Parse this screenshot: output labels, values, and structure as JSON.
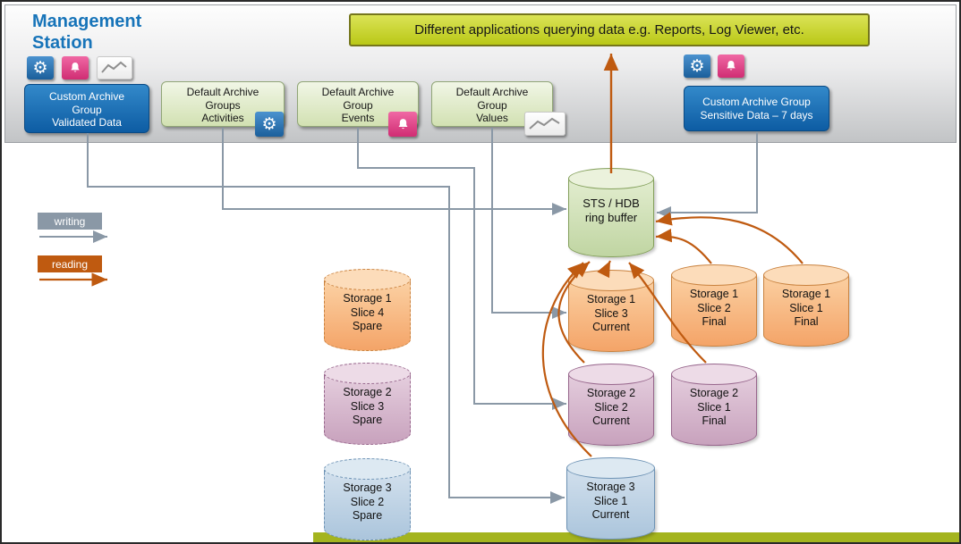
{
  "title": {
    "line1": "Management",
    "line2": "Station"
  },
  "apps_banner": {
    "text": "Different applications querying data e.g. Reports, Log Viewer, etc."
  },
  "archive_groups": {
    "validated": {
      "lines": [
        "Custom Archive",
        "Group",
        "Validated Data"
      ]
    },
    "activities": {
      "lines": [
        "Default Archive",
        "Groups",
        "Activities"
      ]
    },
    "events": {
      "lines": [
        "Default Archive",
        "Group",
        "Events"
      ]
    },
    "values": {
      "lines": [
        "Default Archive",
        "Group",
        "Values"
      ]
    },
    "sensitive": {
      "lines": [
        "Custom Archive Group",
        "Sensitive Data – 7 days"
      ]
    }
  },
  "legend": {
    "writing_label": "writing",
    "reading_label": "reading"
  },
  "ring_buffer": {
    "lines": [
      "STS / HDB",
      "ring buffer"
    ]
  },
  "storages": {
    "s1_slice4_spare": {
      "lines": [
        "Storage 1",
        "Slice 4",
        "Spare"
      ]
    },
    "s2_slice3_spare": {
      "lines": [
        "Storage 2",
        "Slice 3",
        "Spare"
      ]
    },
    "s3_slice2_spare": {
      "lines": [
        "Storage 3",
        "Slice 2",
        "Spare"
      ]
    },
    "s1_slice3_current": {
      "lines": [
        "Storage 1",
        "Slice 3",
        "Current"
      ]
    },
    "s1_slice2_final": {
      "lines": [
        "Storage 1",
        "Slice 2",
        "Final"
      ]
    },
    "s1_slice1_final": {
      "lines": [
        "Storage 1",
        "Slice 1",
        "Final"
      ]
    },
    "s2_slice2_current": {
      "lines": [
        "Storage 2",
        "Slice 2",
        "Current"
      ]
    },
    "s2_slice1_final": {
      "lines": [
        "Storage 2",
        "Slice 1",
        "Final"
      ]
    },
    "s3_slice1_current": {
      "lines": [
        "Storage 3",
        "Slice 1",
        "Current"
      ]
    }
  },
  "icons": {
    "gear": "⚙",
    "bell": "bell-icon",
    "trend": "sparkline-icon"
  },
  "colors": {
    "management_blue": "#1774B9",
    "custom_group_blue": "#0D5CA3",
    "default_group_green": "#D2E1B2",
    "apps_yellow_green": "#C4CF2E",
    "writing_gray": "#8A98A6",
    "reading_orange": "#BF5A10",
    "storage1_orange": "#F4A468",
    "storage2_plum": "#C8A2BD",
    "storage3_blue": "#ABC5DC",
    "ring_buffer_green": "#C0D5A2",
    "footer_green": "#A4B41E"
  }
}
